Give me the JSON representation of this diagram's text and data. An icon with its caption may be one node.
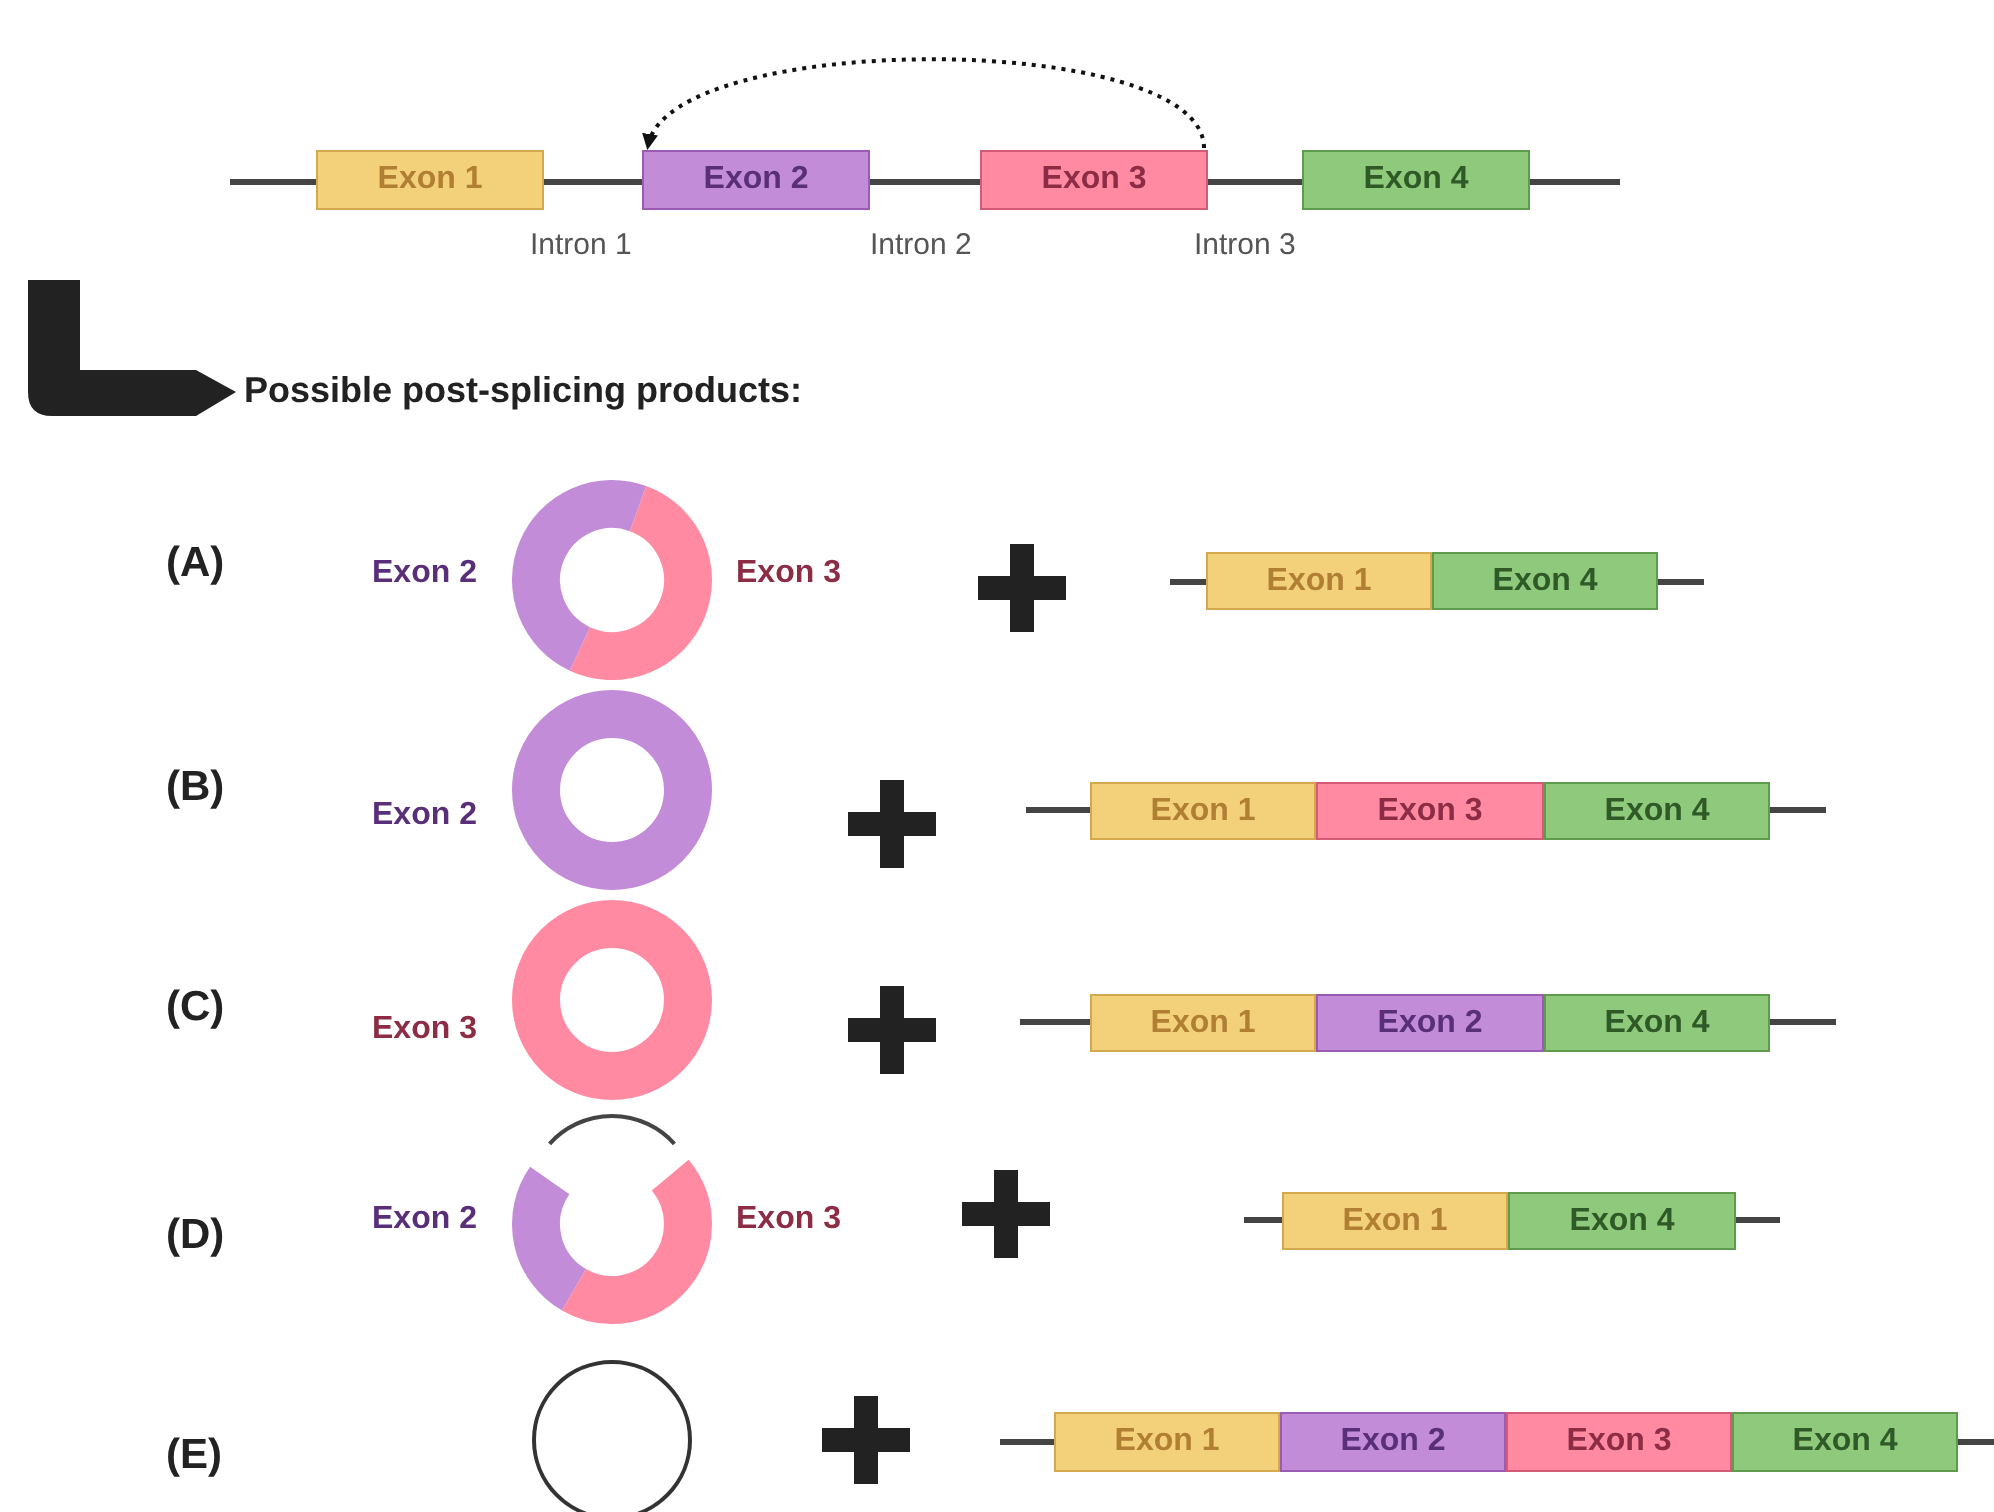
{
  "diagram": {
    "nodes": [
      {
        "text": [
          "Exon 1"
        ]
      },
      {
        "text": [
          "Exon 2"
        ]
      },
      {
        "text": [
          "Exon 3"
        ]
      },
      {
        "text": [
          "Exon 4"
        ]
      },
      {
        "text": [
          "Exon 1"
        ]
      },
      {
        "text": [
          "Exon 4"
        ]
      },
      {
        "text": [
          "Exon 1"
        ]
      },
      {
        "text": [
          "Exon 3"
        ]
      },
      {
        "text": [
          "Exon 4"
        ]
      },
      {
        "text": [
          "Exon 1"
        ]
      },
      {
        "text": [
          "Exon 2"
        ]
      },
      {
        "text": [
          "Exon 4"
        ]
      },
      {
        "text": [
          "Exon 1"
        ]
      },
      {
        "text": [
          "Exon 4"
        ]
      },
      {
        "text": [
          "Exon 1"
        ]
      },
      {
        "text": [
          "Exon 2"
        ]
      },
      {
        "text": [
          "Exon 3"
        ]
      },
      {
        "text": [
          "Exon 4"
        ]
      }
    ],
    "edges": [
      {
        "from": 2,
        "to": 1,
        "arrow": "to",
        "style": "dashed"
      }
    ],
    "labels": [
      "Intron 1",
      "Intron 2",
      "Intron 3",
      "Possible post-splicing products:",
      "(A)",
      "Exon 2",
      "Exon 3",
      "(B)",
      "Exon 2",
      "(C)",
      "Exon 3",
      "(D)",
      "Exon 2",
      "Exon 3",
      "(E)"
    ]
  }
}
